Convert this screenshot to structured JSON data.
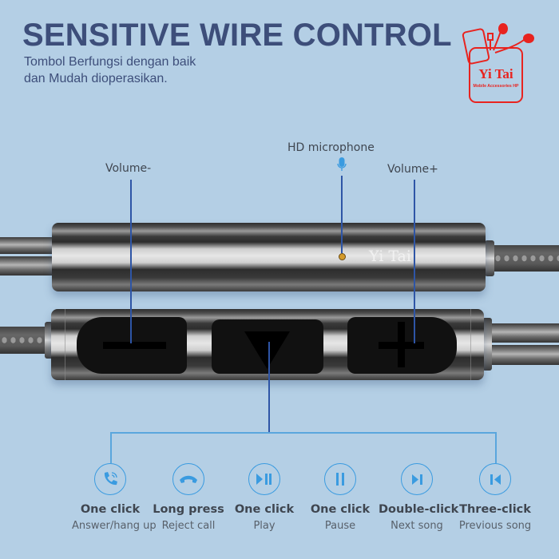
{
  "header": {
    "title": "SENSITIVE WIRE CONTROL",
    "subtitle_line1": "Tombol Berfungsi dengan baik",
    "subtitle_line2": "dan Mudah dioperasikan."
  },
  "logo": {
    "brand": "Yi Tai",
    "tagline": "Mobile Accessories HP",
    "color": "#e8231f"
  },
  "callouts": {
    "volume_down": "Volume-",
    "microphone": "HD microphone",
    "volume_up": "Volume+"
  },
  "remote": {
    "brand_print": "Yi Tai",
    "buttons": [
      {
        "name": "volume-down",
        "icon": "minus-icon"
      },
      {
        "name": "play-pause",
        "icon": "triangle-down-icon"
      },
      {
        "name": "volume-up",
        "icon": "plus-icon"
      }
    ]
  },
  "colors": {
    "background": "#b4cfe5",
    "title": "#3d4e7a",
    "callout_line": "#2e55a6",
    "icon_accent": "#3a9be0"
  },
  "functions": [
    {
      "icon": "phone-call-icon",
      "action": "One click",
      "result": "Answer/hang up"
    },
    {
      "icon": "phone-hangup-icon",
      "action": "Long press",
      "result": "Reject call"
    },
    {
      "icon": "play-pause-icon",
      "action": "One click",
      "result": "Play"
    },
    {
      "icon": "pause-icon",
      "action": "One click",
      "result": "Pause"
    },
    {
      "icon": "next-track-icon",
      "action": "Double-click",
      "result": "Next song"
    },
    {
      "icon": "previous-track-icon",
      "action": "Three-click",
      "result": "Previous song"
    }
  ]
}
